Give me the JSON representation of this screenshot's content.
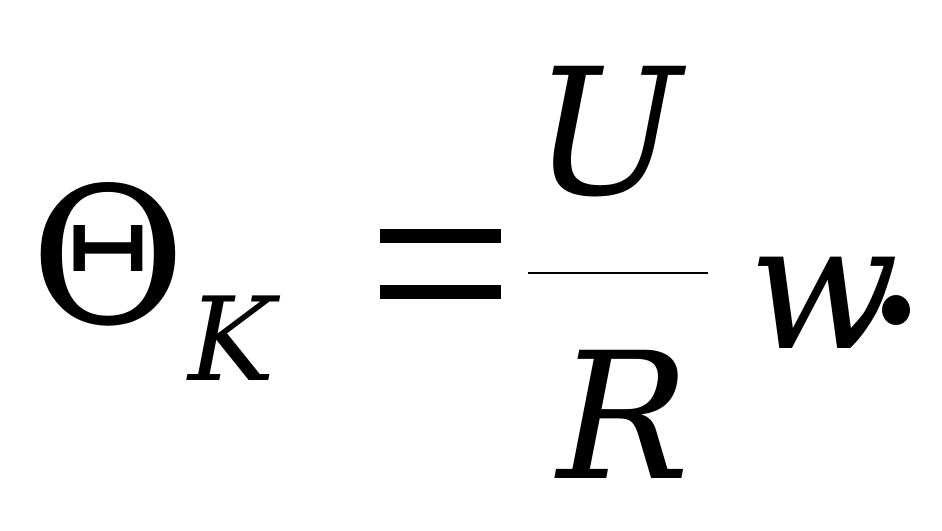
{
  "formula": {
    "lhs_symbol": "Θ",
    "lhs_subscript": "K",
    "operator": "=",
    "numerator": "U",
    "denominator": "R",
    "factor": "w",
    "terminator": "."
  }
}
